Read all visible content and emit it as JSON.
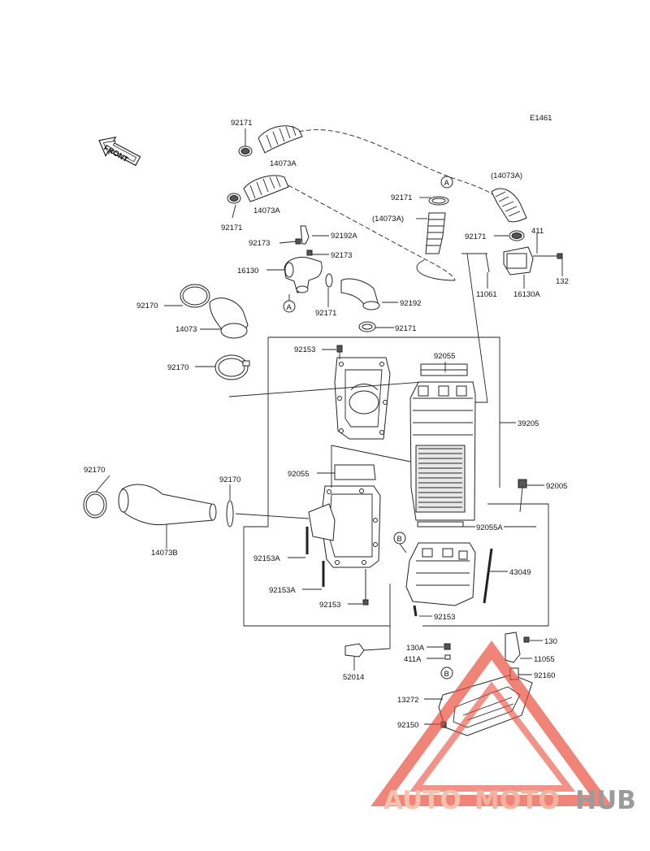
{
  "diagram": {
    "code": "E1461",
    "front_label": "FRONT",
    "ref_a": "A",
    "ref_b": "B"
  },
  "labels": {
    "l92171_top": "92171",
    "l14073A_top": "14073A",
    "l92171_mid": "92171",
    "l14073A_mid": "14073A",
    "l92173_a": "92173",
    "l92192A": "92192A",
    "l92173_b": "92173",
    "l16130": "16130",
    "l92171_c": "92171",
    "l92192": "92192",
    "l92171_d": "92171",
    "l92170_a": "92170",
    "l14073": "14073",
    "l92170_b": "92170",
    "l92171_r1": "92171",
    "l14073A_p1": "(14073A)",
    "l14073A_p2": "(14073A)",
    "l92171_r2": "92171",
    "l411": "411",
    "l132": "132",
    "l11061": "11061",
    "l16130A": "16130A",
    "l92153_top": "92153",
    "l92055_top": "92055",
    "l39205": "39205",
    "l92055_left": "92055",
    "l92005": "92005",
    "l92055A": "92055A",
    "l92170_c": "92170",
    "l92170_d": "92170",
    "l14073B": "14073B",
    "l92153A_a": "92153A",
    "l92153A_b": "92153A",
    "l92153_bot": "92153",
    "l43049": "43049",
    "l92153_r": "92153",
    "l130A": "130A",
    "l411A": "411A",
    "l130": "130",
    "l11055": "11055",
    "l92160": "92160",
    "l52014": "52014",
    "l13272": "13272",
    "l92150": "92150"
  },
  "watermark": {
    "part1": "AUTO",
    "part2": "MOTO",
    "part3": "HUB",
    "color1": "#f5b7a1",
    "color2": "#f2a88f",
    "color3": "#8a8a8a",
    "triangle_color": "#e84b3a"
  }
}
